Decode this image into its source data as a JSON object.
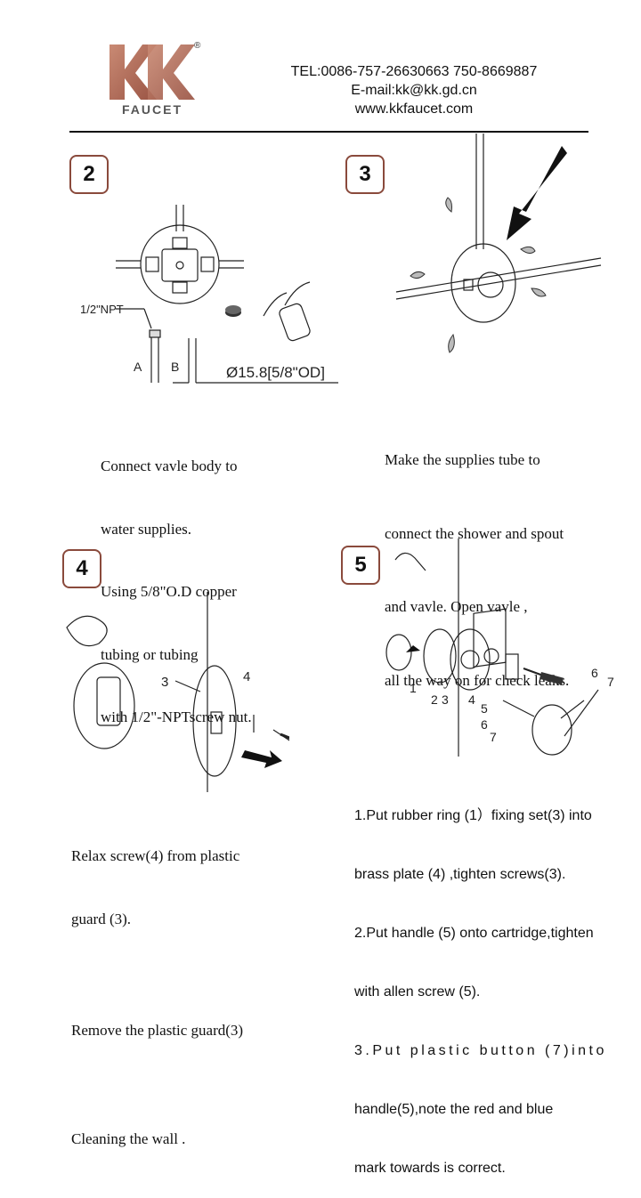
{
  "header": {
    "logo": {
      "letters": "KK",
      "subtitle": "FAUCET",
      "registered": "®"
    },
    "tel": "TEL:0086-757-26630663 750-8669887",
    "email": "E-mail:kk@kk.gd.cn",
    "website": "www.kkfaucet.com"
  },
  "colors": {
    "brand": "#b5705c",
    "border": "#8a4a3c",
    "text": "#111111"
  },
  "steps": [
    {
      "number": "2",
      "labels": {
        "npt": "1/2\"NPT",
        "a": "A",
        "b": "B",
        "dimension": "Ø15.8[5/8\"OD]"
      },
      "lines": [
        "Connect vavle body to",
        "water supplies.",
        "Using 5/8\"O.D copper",
        "tubing or tubing",
        "with 1/2\"-NPTscrew nut."
      ]
    },
    {
      "number": "3",
      "lines": [
        "Make the supplies tube to",
        "connect the shower and spout",
        "and vavle. Open vavle ,",
        "all the way on for check leaks."
      ]
    },
    {
      "number": "4",
      "labels": {
        "guard": "3",
        "screw": "4"
      },
      "lines": [
        "Relax screw(4) from plastic",
        "guard (3).",
        "Remove the plastic guard(3)",
        "Cleaning the wall ."
      ]
    },
    {
      "number": "5",
      "labels": {
        "l1": "1",
        "l2": "2",
        "l3": "3",
        "l4": "4",
        "l5": "5",
        "l6a": "6",
        "l7a": "7",
        "l6b": "6",
        "l7b": "7"
      },
      "lines": [
        "1.Put rubber ring (1）fixing set(3) into",
        "brass plate (4) ,tighten screws(3).",
        "2.Put handle (5) onto cartridge,tighten",
        "with allen screw (5).",
        "3.Put plastic button (7)into",
        "handle(5),note the red and blue",
        "mark towards is correct."
      ]
    }
  ]
}
